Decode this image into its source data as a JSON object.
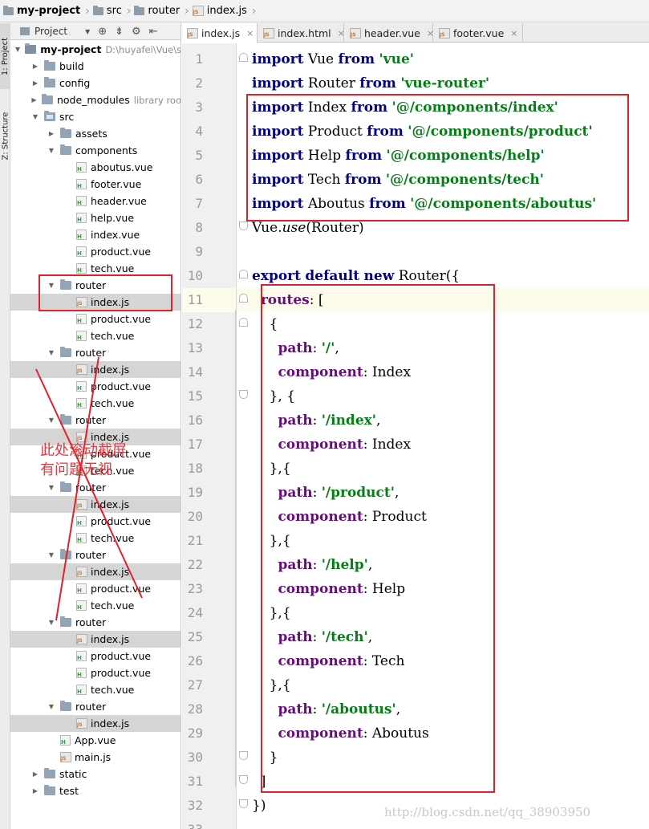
{
  "breadcrumb": {
    "items": [
      "my-project",
      "src",
      "router",
      "index.js"
    ]
  },
  "tool_strip": {
    "project_tab": "1: Project",
    "structure_tab": "Z: Structure"
  },
  "project_panel": {
    "header_label": "Project",
    "tree": [
      {
        "label": "my-project",
        "note": "D:\\huyafei\\Vue\\s",
        "kind": "folder-root",
        "depth": 0,
        "arrow": "down",
        "bold": true
      },
      {
        "label": "build",
        "kind": "folder",
        "depth": 1,
        "arrow": "right"
      },
      {
        "label": "config",
        "kind": "folder",
        "depth": 1,
        "arrow": "right"
      },
      {
        "label": "node_modules",
        "note": "library roo",
        "kind": "folder",
        "depth": 1,
        "arrow": "right"
      },
      {
        "label": "src",
        "kind": "folder",
        "depth": 1,
        "arrow": "down"
      },
      {
        "label": "assets",
        "kind": "folder",
        "depth": 2,
        "arrow": "right"
      },
      {
        "label": "components",
        "kind": "folder",
        "depth": 2,
        "arrow": "down"
      },
      {
        "label": "aboutus.vue",
        "kind": "vue",
        "depth": 3
      },
      {
        "label": "footer.vue",
        "kind": "vue",
        "depth": 3
      },
      {
        "label": "header.vue",
        "kind": "vue",
        "depth": 3
      },
      {
        "label": "help.vue",
        "kind": "vue",
        "depth": 3
      },
      {
        "label": "index.vue",
        "kind": "vue",
        "depth": 3
      },
      {
        "label": "product.vue",
        "kind": "vue",
        "depth": 3
      },
      {
        "label": "tech.vue",
        "kind": "vue",
        "depth": 3
      },
      {
        "label": "router",
        "kind": "folder",
        "depth": 2,
        "arrow": "down"
      },
      {
        "label": "index.js",
        "kind": "js",
        "depth": 3,
        "selected": true
      },
      {
        "label": "product.vue",
        "kind": "vue",
        "depth": 3
      },
      {
        "label": "tech.vue",
        "kind": "vue",
        "depth": 3
      },
      {
        "label": "router",
        "kind": "folder",
        "depth": 2,
        "arrow": "down"
      },
      {
        "label": "index.js",
        "kind": "js",
        "depth": 3,
        "selected": true
      },
      {
        "label": "product.vue",
        "kind": "vue",
        "depth": 3
      },
      {
        "label": "tech.vue",
        "kind": "vue",
        "depth": 3
      },
      {
        "label": "router",
        "kind": "folder",
        "depth": 2,
        "arrow": "down"
      },
      {
        "label": "index.js",
        "kind": "js",
        "depth": 3,
        "selected": true
      },
      {
        "label": "product.vue",
        "kind": "vue",
        "depth": 3
      },
      {
        "label": "tech.vue",
        "kind": "vue",
        "depth": 3
      },
      {
        "label": "router",
        "kind": "folder",
        "depth": 2,
        "arrow": "down"
      },
      {
        "label": "index.js",
        "kind": "js",
        "depth": 3,
        "selected": true
      },
      {
        "label": "product.vue",
        "kind": "vue",
        "depth": 3
      },
      {
        "label": "tech.vue",
        "kind": "vue",
        "depth": 3
      },
      {
        "label": "router",
        "kind": "folder",
        "depth": 2,
        "arrow": "down"
      },
      {
        "label": "index.js",
        "kind": "js",
        "depth": 3,
        "selected": true
      },
      {
        "label": "product.vue",
        "kind": "vue",
        "depth": 3
      },
      {
        "label": "tech.vue",
        "kind": "vue",
        "depth": 3
      },
      {
        "label": "router",
        "kind": "folder",
        "depth": 2,
        "arrow": "down"
      },
      {
        "label": "index.js",
        "kind": "js",
        "depth": 3,
        "selected": true
      },
      {
        "label": "product.vue",
        "kind": "vue",
        "depth": 3
      },
      {
        "label": "product.vue",
        "kind": "vue",
        "depth": 3
      },
      {
        "label": "tech.vue",
        "kind": "vue",
        "depth": 3
      },
      {
        "label": "router",
        "kind": "folder",
        "depth": 2,
        "arrow": "down"
      },
      {
        "label": "index.js",
        "kind": "js",
        "depth": 3,
        "selected": true
      },
      {
        "label": "App.vue",
        "kind": "vue",
        "depth": 2
      },
      {
        "label": "main.js",
        "kind": "js",
        "depth": 2
      },
      {
        "label": "static",
        "kind": "folder",
        "depth": 1,
        "arrow": "right"
      },
      {
        "label": "test",
        "kind": "folder",
        "depth": 1,
        "arrow": "right"
      }
    ]
  },
  "tabs": [
    {
      "label": "index.js",
      "active": true,
      "closable": true
    },
    {
      "label": "index.html",
      "closable": true
    },
    {
      "label": "header.vue",
      "closable": true
    },
    {
      "label": "footer.vue",
      "closable": true
    }
  ],
  "editor": {
    "caret_line": 11,
    "lines": [
      {
        "n": "1",
        "tokens": [
          {
            "t": "import",
            "c": "kw"
          },
          {
            "t": " Vue "
          },
          {
            "t": "from",
            "c": "kw"
          },
          {
            "t": " "
          },
          {
            "t": "'vue'",
            "c": "str"
          }
        ]
      },
      {
        "n": "2",
        "tokens": [
          {
            "t": "import",
            "c": "kw"
          },
          {
            "t": " Router "
          },
          {
            "t": "from",
            "c": "kw"
          },
          {
            "t": " "
          },
          {
            "t": "'vue-router'",
            "c": "str"
          }
        ]
      },
      {
        "n": "3",
        "tokens": [
          {
            "t": "import",
            "c": "kw"
          },
          {
            "t": " Index "
          },
          {
            "t": "from",
            "c": "kw"
          },
          {
            "t": " "
          },
          {
            "t": "'@/components/index'",
            "c": "str"
          }
        ]
      },
      {
        "n": "4",
        "tokens": [
          {
            "t": "import",
            "c": "kw"
          },
          {
            "t": " Product "
          },
          {
            "t": "from",
            "c": "kw"
          },
          {
            "t": " "
          },
          {
            "t": "'@/components/product'",
            "c": "str"
          }
        ]
      },
      {
        "n": "5",
        "tokens": [
          {
            "t": "import",
            "c": "kw"
          },
          {
            "t": " Help "
          },
          {
            "t": "from",
            "c": "kw"
          },
          {
            "t": " "
          },
          {
            "t": "'@/components/help'",
            "c": "str"
          }
        ]
      },
      {
        "n": "6",
        "tokens": [
          {
            "t": "import",
            "c": "kw"
          },
          {
            "t": " Tech "
          },
          {
            "t": "from",
            "c": "kw"
          },
          {
            "t": " "
          },
          {
            "t": "'@/components/tech'",
            "c": "str"
          }
        ]
      },
      {
        "n": "7",
        "tokens": [
          {
            "t": "import",
            "c": "kw"
          },
          {
            "t": " Aboutus "
          },
          {
            "t": "from",
            "c": "kw"
          },
          {
            "t": " "
          },
          {
            "t": "'@/components/aboutus'",
            "c": "str"
          }
        ]
      },
      {
        "n": "8",
        "tokens": [
          {
            "t": "Vue."
          },
          {
            "t": "use",
            "c": "it"
          },
          {
            "t": "(Router)"
          }
        ]
      },
      {
        "n": "9",
        "tokens": []
      },
      {
        "n": "10",
        "tokens": [
          {
            "t": "export",
            "c": "kw"
          },
          {
            "t": " "
          },
          {
            "t": "default",
            "c": "kw"
          },
          {
            "t": " "
          },
          {
            "t": "new",
            "c": "kw"
          },
          {
            "t": " Router({"
          }
        ]
      },
      {
        "n": "11",
        "tokens": [
          {
            "t": "  "
          },
          {
            "t": "routes",
            "c": "prop"
          },
          {
            "t": ": ["
          }
        ]
      },
      {
        "n": "12",
        "tokens": [
          {
            "t": "    {"
          }
        ]
      },
      {
        "n": "13",
        "tokens": [
          {
            "t": "      "
          },
          {
            "t": "path",
            "c": "prop"
          },
          {
            "t": ": "
          },
          {
            "t": "'/'",
            "c": "str"
          },
          {
            "t": ","
          }
        ]
      },
      {
        "n": "14",
        "tokens": [
          {
            "t": "      "
          },
          {
            "t": "component",
            "c": "prop"
          },
          {
            "t": ": Index"
          }
        ]
      },
      {
        "n": "15",
        "tokens": [
          {
            "t": "    }, {"
          }
        ]
      },
      {
        "n": "16",
        "tokens": [
          {
            "t": "      "
          },
          {
            "t": "path",
            "c": "prop"
          },
          {
            "t": ": "
          },
          {
            "t": "'/index'",
            "c": "str"
          },
          {
            "t": ","
          }
        ]
      },
      {
        "n": "17",
        "tokens": [
          {
            "t": "      "
          },
          {
            "t": "component",
            "c": "prop"
          },
          {
            "t": ": Index"
          }
        ]
      },
      {
        "n": "18",
        "tokens": [
          {
            "t": "    },{"
          }
        ]
      },
      {
        "n": "19",
        "tokens": [
          {
            "t": "      "
          },
          {
            "t": "path",
            "c": "prop"
          },
          {
            "t": ": "
          },
          {
            "t": "'/product'",
            "c": "str"
          },
          {
            "t": ","
          }
        ]
      },
      {
        "n": "20",
        "tokens": [
          {
            "t": "      "
          },
          {
            "t": "component",
            "c": "prop"
          },
          {
            "t": ": Product"
          }
        ]
      },
      {
        "n": "21",
        "tokens": [
          {
            "t": "    },{"
          }
        ]
      },
      {
        "n": "22",
        "tokens": [
          {
            "t": "      "
          },
          {
            "t": "path",
            "c": "prop"
          },
          {
            "t": ": "
          },
          {
            "t": "'/help'",
            "c": "str"
          },
          {
            "t": ","
          }
        ]
      },
      {
        "n": "23",
        "tokens": [
          {
            "t": "      "
          },
          {
            "t": "component",
            "c": "prop"
          },
          {
            "t": ": Help"
          }
        ]
      },
      {
        "n": "24",
        "tokens": [
          {
            "t": "    },{"
          }
        ]
      },
      {
        "n": "25",
        "tokens": [
          {
            "t": "      "
          },
          {
            "t": "path",
            "c": "prop"
          },
          {
            "t": ": "
          },
          {
            "t": "'/tech'",
            "c": "str"
          },
          {
            "t": ","
          }
        ]
      },
      {
        "n": "26",
        "tokens": [
          {
            "t": "      "
          },
          {
            "t": "component",
            "c": "prop"
          },
          {
            "t": ": Tech"
          }
        ]
      },
      {
        "n": "27",
        "tokens": [
          {
            "t": "    },{"
          }
        ]
      },
      {
        "n": "28",
        "tokens": [
          {
            "t": "      "
          },
          {
            "t": "path",
            "c": "prop"
          },
          {
            "t": ": "
          },
          {
            "t": "'/aboutus'",
            "c": "str"
          },
          {
            "t": ","
          }
        ]
      },
      {
        "n": "29",
        "tokens": [
          {
            "t": "      "
          },
          {
            "t": "component",
            "c": "prop"
          },
          {
            "t": ": Aboutus"
          }
        ]
      },
      {
        "n": "30",
        "tokens": [
          {
            "t": "    }"
          }
        ]
      },
      {
        "n": "31",
        "tokens": [
          {
            "t": "  ]"
          }
        ]
      },
      {
        "n": "32",
        "tokens": [
          {
            "t": "})"
          }
        ]
      },
      {
        "n": "33",
        "tokens": []
      }
    ]
  },
  "annotation": {
    "text": "此处滚动截屏有问题无视"
  },
  "watermark": "http://blog.csdn.net/qq_38903950",
  "colors": {
    "keyword": "#000080",
    "string": "#067d17",
    "property": "#660e7a",
    "annotation_red": "#e1202a",
    "selection": "#d5d5d5"
  }
}
